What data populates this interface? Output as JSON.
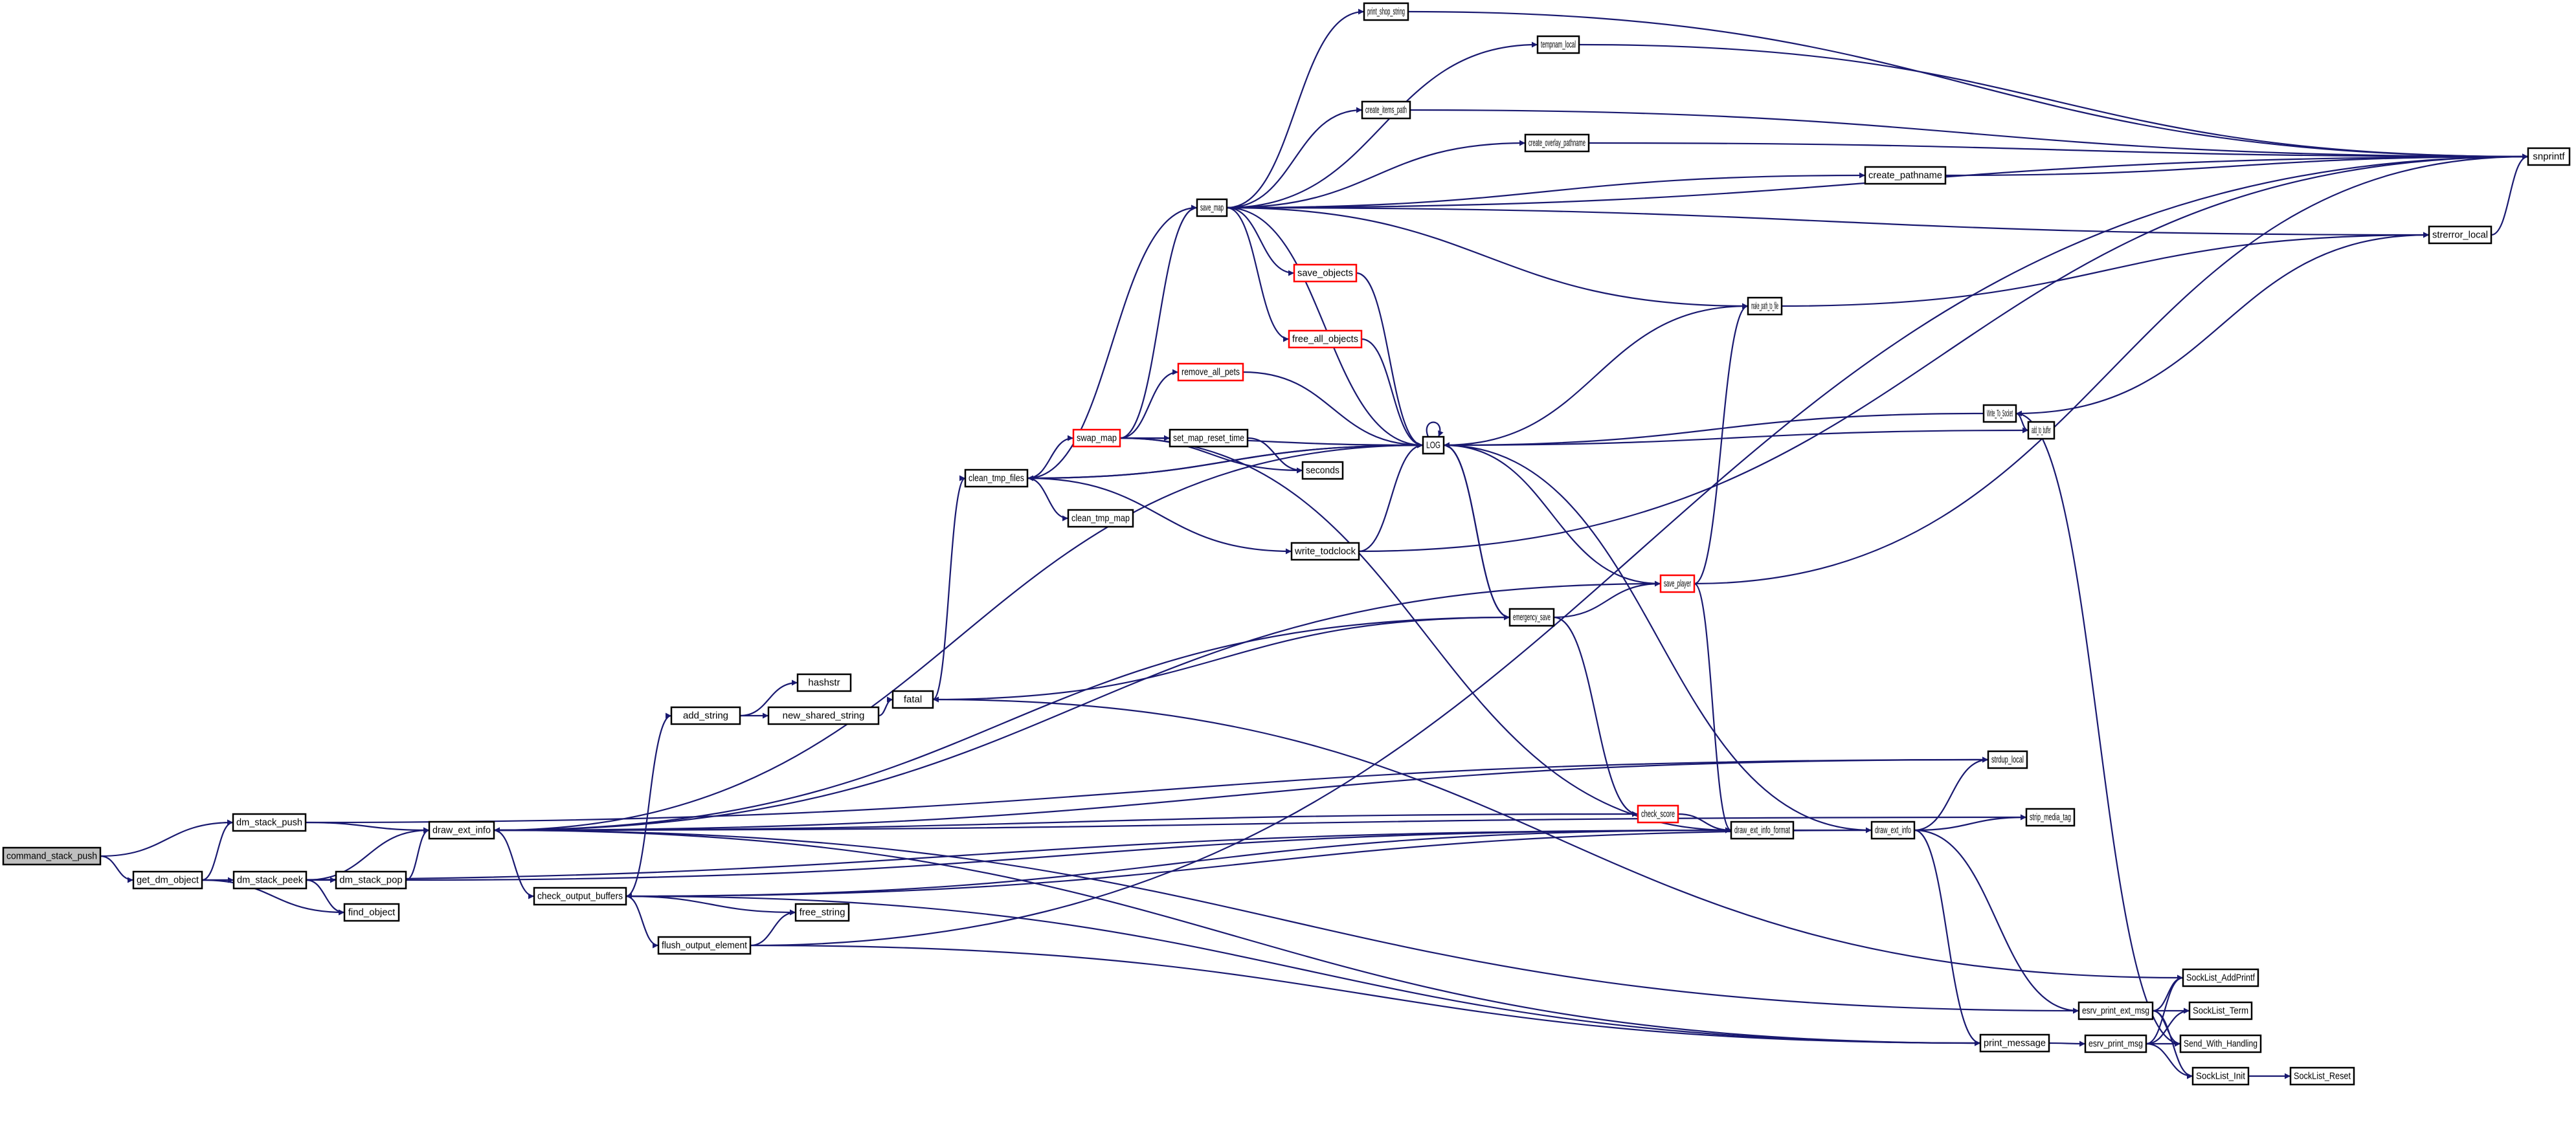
{
  "title": "Call graph for command_stack_push",
  "colors": {
    "edge": "#191970",
    "root_fill": "#bfbfbf",
    "highlight_border": "#ff0000",
    "node_border": "#000000"
  },
  "nodes": [
    {
      "id": "command_stack_push",
      "label": "command_stack_push",
      "style": "root"
    },
    {
      "id": "dm_stack_push",
      "label": "dm_stack_push"
    },
    {
      "id": "get_dm_object",
      "label": "get_dm_object"
    },
    {
      "id": "dm_stack_peek",
      "label": "dm_stack_peek"
    },
    {
      "id": "dm_stack_pop",
      "label": "dm_stack_pop"
    },
    {
      "id": "find_object",
      "label": "find_object"
    },
    {
      "id": "draw_ext_info",
      "label": "draw_ext_info"
    },
    {
      "id": "check_output_buffers",
      "label": "check_output_buffers"
    },
    {
      "id": "free_string",
      "label": "free_string"
    },
    {
      "id": "flush_output_element",
      "label": "flush_output_element"
    },
    {
      "id": "add_string",
      "label": "add_string"
    },
    {
      "id": "hashstr",
      "label": "hashstr"
    },
    {
      "id": "new_shared_string",
      "label": "new_shared_string"
    },
    {
      "id": "fatal",
      "label": "fatal"
    },
    {
      "id": "clean_tmp_files",
      "label": "clean_tmp_files"
    },
    {
      "id": "clean_tmp_map",
      "label": "clean_tmp_map"
    },
    {
      "id": "swap_map",
      "label": "swap_map",
      "style": "red"
    },
    {
      "id": "remove_all_pets",
      "label": "remove_all_pets",
      "style": "red"
    },
    {
      "id": "set_map_reset_time",
      "label": "set_map_reset_time"
    },
    {
      "id": "seconds",
      "label": "seconds"
    },
    {
      "id": "write_todclock",
      "label": "write_todclock"
    },
    {
      "id": "save_map",
      "label": "save_map"
    },
    {
      "id": "print_shop_string",
      "label": "print_shop_string"
    },
    {
      "id": "tempnam_local",
      "label": "tempnam_local"
    },
    {
      "id": "create_items_path",
      "label": "create_items_path"
    },
    {
      "id": "create_overlay_pathname",
      "label": "create_overlay_pathname"
    },
    {
      "id": "create_pathname",
      "label": "create_pathname"
    },
    {
      "id": "save_objects",
      "label": "save_objects",
      "style": "red"
    },
    {
      "id": "free_all_objects",
      "label": "free_all_objects",
      "style": "red"
    },
    {
      "id": "LOG",
      "label": "LOG"
    },
    {
      "id": "make_path_to_file",
      "label": "make_path_to_file"
    },
    {
      "id": "strerror_local",
      "label": "strerror_local"
    },
    {
      "id": "snprintf",
      "label": "snprintf"
    },
    {
      "id": "Write_To_Socket",
      "label": "Write_To_Socket"
    },
    {
      "id": "add_to_buffer",
      "label": "add_to_buffer"
    },
    {
      "id": "emergency_save",
      "label": "emergency_save"
    },
    {
      "id": "save_player",
      "label": "save_player",
      "style": "red"
    },
    {
      "id": "check_score",
      "label": "check_score",
      "style": "red"
    },
    {
      "id": "draw_ext_info_format",
      "label": "draw_ext_info_format"
    },
    {
      "id": "draw_ext_info_2",
      "label": "draw_ext_info"
    },
    {
      "id": "strdup_local",
      "label": "strdup_local"
    },
    {
      "id": "strip_media_tag",
      "label": "strip_media_tag"
    },
    {
      "id": "print_message",
      "label": "print_message"
    },
    {
      "id": "esrv_print_ext_msg",
      "label": "esrv_print_ext_msg"
    },
    {
      "id": "esrv_print_msg",
      "label": "esrv_print_msg"
    },
    {
      "id": "SockList_AddPrintf",
      "label": "SockList_AddPrintf"
    },
    {
      "id": "SockList_Term",
      "label": "SockList_Term"
    },
    {
      "id": "Send_With_Handling",
      "label": "Send_With_Handling"
    },
    {
      "id": "SockList_Init",
      "label": "SockList_Init"
    },
    {
      "id": "SockList_Reset",
      "label": "SockList_Reset"
    }
  ],
  "edges": [
    [
      "command_stack_push",
      "dm_stack_push"
    ],
    [
      "command_stack_push",
      "get_dm_object"
    ],
    [
      "get_dm_object",
      "dm_stack_push"
    ],
    [
      "get_dm_object",
      "dm_stack_peek"
    ],
    [
      "get_dm_object",
      "find_object"
    ],
    [
      "get_dm_object",
      "draw_ext_info_format"
    ],
    [
      "dm_stack_push",
      "draw_ext_info"
    ],
    [
      "dm_stack_push",
      "strdup_local"
    ],
    [
      "dm_stack_peek",
      "draw_ext_info"
    ],
    [
      "dm_stack_peek",
      "dm_stack_pop"
    ],
    [
      "dm_stack_peek",
      "find_object"
    ],
    [
      "dm_stack_pop",
      "draw_ext_info"
    ],
    [
      "dm_stack_pop",
      "draw_ext_info_format"
    ],
    [
      "draw_ext_info",
      "check_output_buffers"
    ],
    [
      "draw_ext_info",
      "LOG"
    ],
    [
      "draw_ext_info",
      "strip_media_tag"
    ],
    [
      "draw_ext_info",
      "print_message"
    ],
    [
      "draw_ext_info",
      "esrv_print_ext_msg"
    ],
    [
      "draw_ext_info",
      "strdup_local"
    ],
    [
      "check_output_buffers",
      "add_string"
    ],
    [
      "check_output_buffers",
      "free_string"
    ],
    [
      "check_output_buffers",
      "flush_output_element"
    ],
    [
      "check_output_buffers",
      "print_message"
    ],
    [
      "check_output_buffers",
      "draw_ext_info_format"
    ],
    [
      "flush_output_element",
      "free_string"
    ],
    [
      "flush_output_element",
      "print_message"
    ],
    [
      "flush_output_element",
      "snprintf"
    ],
    [
      "add_string",
      "hashstr"
    ],
    [
      "add_string",
      "new_shared_string"
    ],
    [
      "new_shared_string",
      "fatal"
    ],
    [
      "fatal",
      "clean_tmp_files"
    ],
    [
      "fatal",
      "emergency_save"
    ],
    [
      "clean_tmp_files",
      "swap_map"
    ],
    [
      "clean_tmp_files",
      "clean_tmp_map"
    ],
    [
      "clean_tmp_files",
      "write_todclock"
    ],
    [
      "clean_tmp_files",
      "LOG"
    ],
    [
      "clean_tmp_files",
      "save_map"
    ],
    [
      "swap_map",
      "remove_all_pets"
    ],
    [
      "swap_map",
      "set_map_reset_time"
    ],
    [
      "swap_map",
      "seconds"
    ],
    [
      "swap_map",
      "LOG"
    ],
    [
      "swap_map",
      "save_map"
    ],
    [
      "swap_map",
      "draw_ext_info_format"
    ],
    [
      "set_map_reset_time",
      "seconds"
    ],
    [
      "remove_all_pets",
      "LOG"
    ],
    [
      "write_todclock",
      "LOG"
    ],
    [
      "write_todclock",
      "snprintf"
    ],
    [
      "save_map",
      "print_shop_string"
    ],
    [
      "save_map",
      "tempnam_local"
    ],
    [
      "save_map",
      "create_items_path"
    ],
    [
      "save_map",
      "create_overlay_pathname"
    ],
    [
      "save_map",
      "create_pathname"
    ],
    [
      "save_map",
      "snprintf"
    ],
    [
      "save_map",
      "strerror_local"
    ],
    [
      "save_map",
      "make_path_to_file"
    ],
    [
      "save_map",
      "save_objects"
    ],
    [
      "save_map",
      "free_all_objects"
    ],
    [
      "save_map",
      "LOG"
    ],
    [
      "print_shop_string",
      "snprintf"
    ],
    [
      "tempnam_local",
      "snprintf"
    ],
    [
      "create_items_path",
      "snprintf"
    ],
    [
      "create_overlay_pathname",
      "snprintf"
    ],
    [
      "create_pathname",
      "snprintf"
    ],
    [
      "save_objects",
      "LOG"
    ],
    [
      "free_all_objects",
      "LOG"
    ],
    [
      "make_path_to_file",
      "LOG"
    ],
    [
      "make_path_to_file",
      "strerror_local"
    ],
    [
      "strerror_local",
      "snprintf"
    ],
    [
      "LOG",
      "clean_tmp_files"
    ],
    [
      "LOG",
      "emergency_save"
    ],
    [
      "LOG",
      "LOG"
    ],
    [
      "Write_To_Socket",
      "LOG"
    ],
    [
      "Write_To_Socket",
      "add_to_buffer"
    ],
    [
      "Write_To_Socket",
      "strerror_local"
    ],
    [
      "add_to_buffer",
      "LOG"
    ],
    [
      "emergency_save",
      "save_player"
    ],
    [
      "emergency_save",
      "LOG"
    ],
    [
      "emergency_save",
      "check_score"
    ],
    [
      "emergency_save",
      "draw_ext_info"
    ],
    [
      "save_player",
      "LOG"
    ],
    [
      "save_player",
      "make_path_to_file"
    ],
    [
      "save_player",
      "snprintf"
    ],
    [
      "save_player",
      "draw_ext_info"
    ],
    [
      "save_player",
      "draw_ext_info_format"
    ],
    [
      "check_score",
      "draw_ext_info"
    ],
    [
      "check_score",
      "draw_ext_info_format"
    ],
    [
      "draw_ext_info_format",
      "draw_ext_info_2"
    ],
    [
      "draw_ext_info_2",
      "strdup_local"
    ],
    [
      "draw_ext_info_2",
      "strip_media_tag"
    ],
    [
      "draw_ext_info_2",
      "print_message"
    ],
    [
      "draw_ext_info_2",
      "esrv_print_ext_msg"
    ],
    [
      "draw_ext_info_2",
      "LOG"
    ],
    [
      "draw_ext_info_2",
      "check_output_buffers"
    ],
    [
      "print_message",
      "esrv_print_msg"
    ],
    [
      "esrv_print_ext_msg",
      "SockList_AddPrintf"
    ],
    [
      "esrv_print_ext_msg",
      "SockList_Term"
    ],
    [
      "esrv_print_ext_msg",
      "Send_With_Handling"
    ],
    [
      "esrv_print_ext_msg",
      "SockList_Init"
    ],
    [
      "esrv_print_msg",
      "SockList_AddPrintf"
    ],
    [
      "esrv_print_msg",
      "SockList_Term"
    ],
    [
      "esrv_print_msg",
      "Send_With_Handling"
    ],
    [
      "esrv_print_msg",
      "SockList_Init"
    ],
    [
      "SockList_Init",
      "SockList_Reset"
    ],
    [
      "Send_With_Handling",
      "Write_To_Socket"
    ],
    [
      "SockList_AddPrintf",
      "fatal"
    ]
  ]
}
